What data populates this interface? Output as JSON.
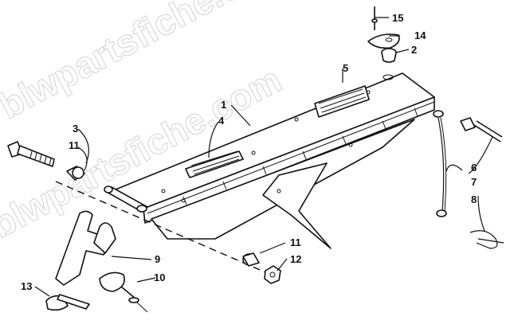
{
  "watermark": {
    "text": "blwpartsfiche.com"
  },
  "callouts": [
    {
      "id": "1",
      "label": "1"
    },
    {
      "id": "2",
      "label": "2"
    },
    {
      "id": "3",
      "label": "3"
    },
    {
      "id": "4",
      "label": "4"
    },
    {
      "id": "5",
      "label": "5"
    },
    {
      "id": "6",
      "label": "6"
    },
    {
      "id": "7",
      "label": "7"
    },
    {
      "id": "8",
      "label": "8"
    },
    {
      "id": "9",
      "label": "9"
    },
    {
      "id": "10",
      "label": "10"
    },
    {
      "id": "11a",
      "label": "11"
    },
    {
      "id": "11b",
      "label": "11"
    },
    {
      "id": "12",
      "label": "12"
    },
    {
      "id": "13",
      "label": "13"
    },
    {
      "id": "14",
      "label": "14"
    },
    {
      "id": "15",
      "label": "15"
    }
  ]
}
